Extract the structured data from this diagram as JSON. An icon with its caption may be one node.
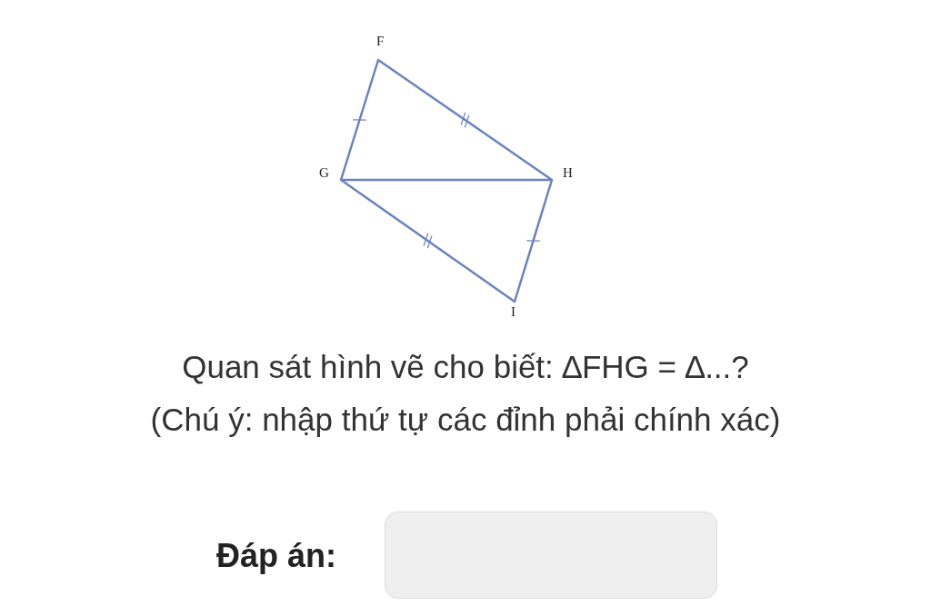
{
  "diagram": {
    "labels": [
      "F",
      "G",
      "H",
      "I",
      "Quan sát hình vẽ cho biết: ∆FHG = ∆...?",
      "(Chú ý: nhập thứ tự các đỉnh phải chính xác)",
      "Đáp án:"
    ]
  }
}
